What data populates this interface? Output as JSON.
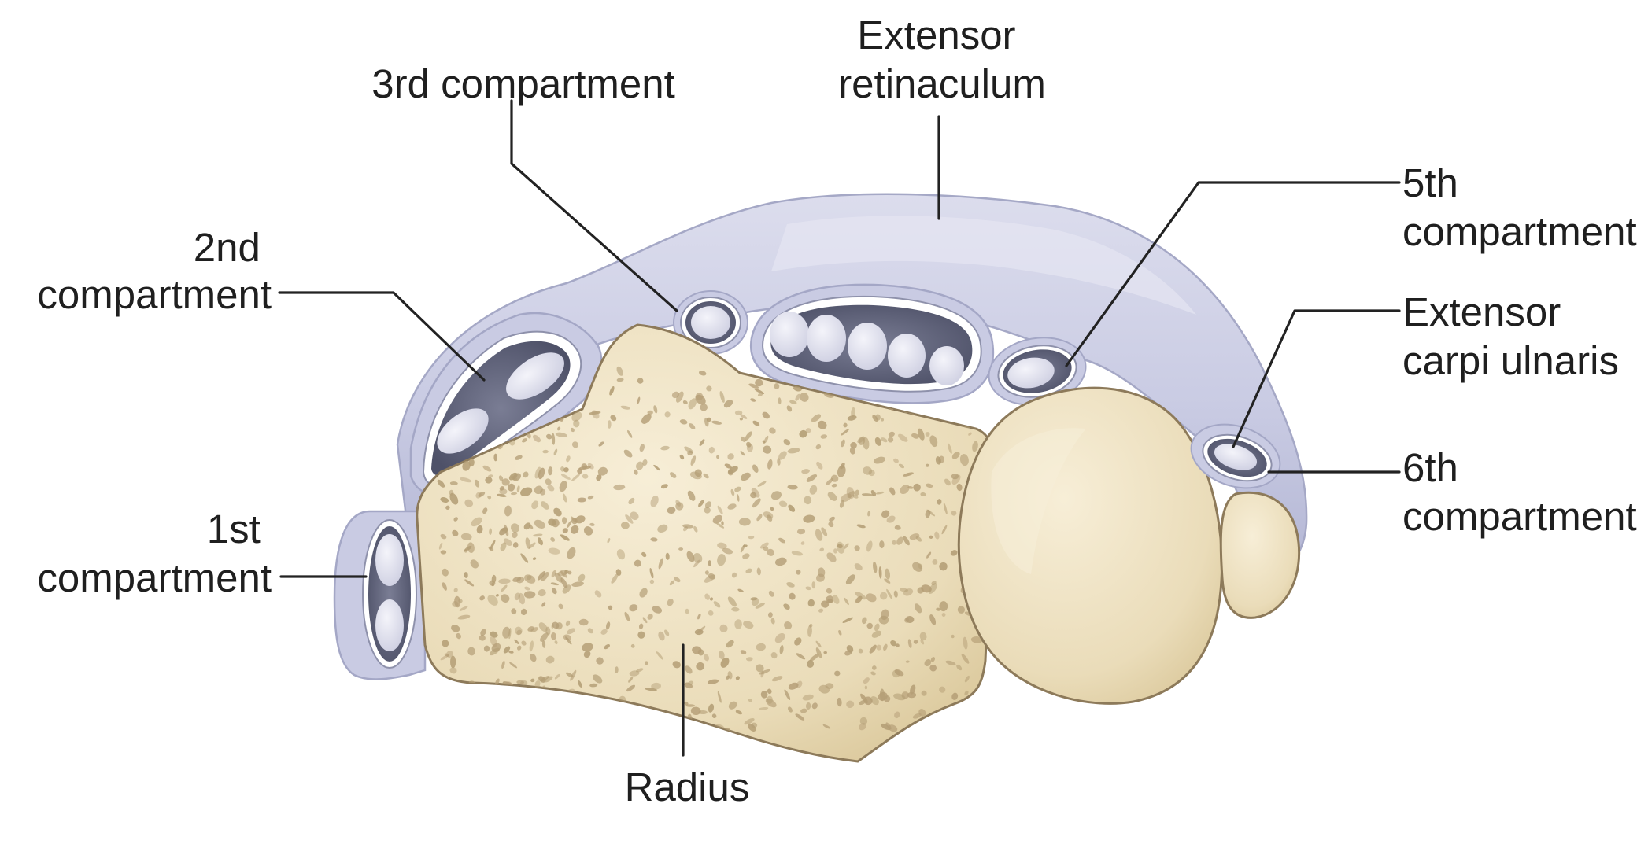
{
  "labels": {
    "third_compartment": "3rd compartment",
    "extensor_retinaculum": [
      "Extensor",
      "retinaculum"
    ],
    "fifth_compartment": [
      "5th",
      "compartment"
    ],
    "second_compartment": [
      "2nd",
      "compartment"
    ],
    "extensor_carpi_ulnaris": [
      "Extensor",
      "carpi ulnaris"
    ],
    "sixth_compartment": [
      "6th",
      "compartment"
    ],
    "first_compartment": [
      "1st",
      "compartment"
    ],
    "radius": "Radius"
  },
  "colors": {
    "sheath_outer": "#c7c9e3",
    "sheath_inner": "#5f6278",
    "tendon": "#e3e4f0",
    "bone": "#ecdfbf",
    "bone_outline": "#8d7a5a",
    "bone_speckle": "#b49e76",
    "leader_line": "#222222",
    "text": "#1f1f1f"
  }
}
